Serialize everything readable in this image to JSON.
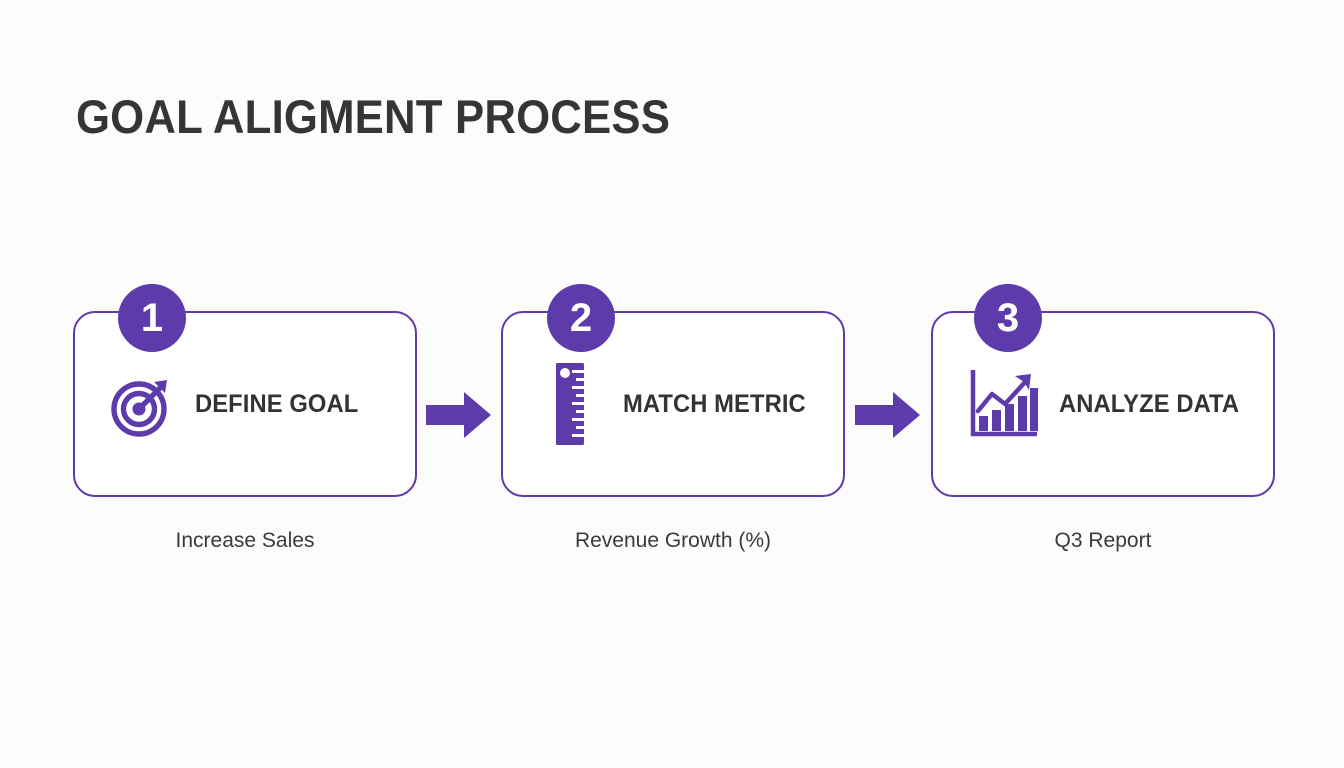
{
  "slide": {
    "title": "GOAL ALIGMENT PROCESS",
    "background_color": "#fcfcfd",
    "accent_color": "#5d3bab",
    "border_color": "#6039ab",
    "text_color": "#333333"
  },
  "steps": [
    {
      "number": "1",
      "label": "DEFINE GOAL",
      "caption": "Increase Sales",
      "icon": "target-arrow-icon"
    },
    {
      "number": "2",
      "label": "MATCH METRIC",
      "caption": "Revenue Growth (%)",
      "icon": "ruler-icon"
    },
    {
      "number": "3",
      "label": "ANALYZE DATA",
      "caption": "Q3 Report",
      "icon": "bar-chart-growth-icon"
    }
  ],
  "connectors": [
    {
      "name": "arrow-right-icon"
    },
    {
      "name": "arrow-right-icon"
    }
  ]
}
